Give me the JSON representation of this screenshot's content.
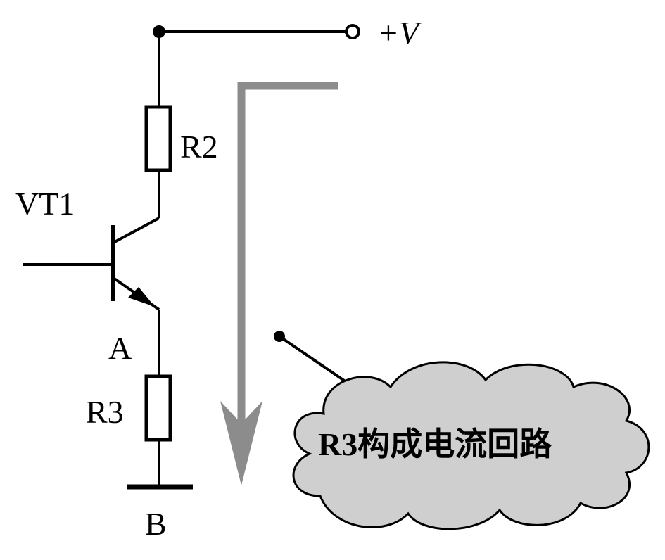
{
  "labels": {
    "supply": "+V",
    "r2": "R2",
    "vt1": "VT1",
    "node_a": "A",
    "r3": "R3",
    "node_b": "B"
  },
  "callout": {
    "text": "R3构成电流回路"
  },
  "colors": {
    "wire": "#000000",
    "current_arrow": "#8c8c8c",
    "cloud_fill": "#cfcfcf",
    "background": "#ffffff"
  },
  "icons": {
    "transistor": "npn-transistor-icon",
    "resistor": "resistor-icon",
    "ground": "ground-bar-icon",
    "terminal": "open-terminal-icon",
    "arrow": "current-flow-arrow-icon",
    "cloud": "cloud-callout-icon"
  }
}
